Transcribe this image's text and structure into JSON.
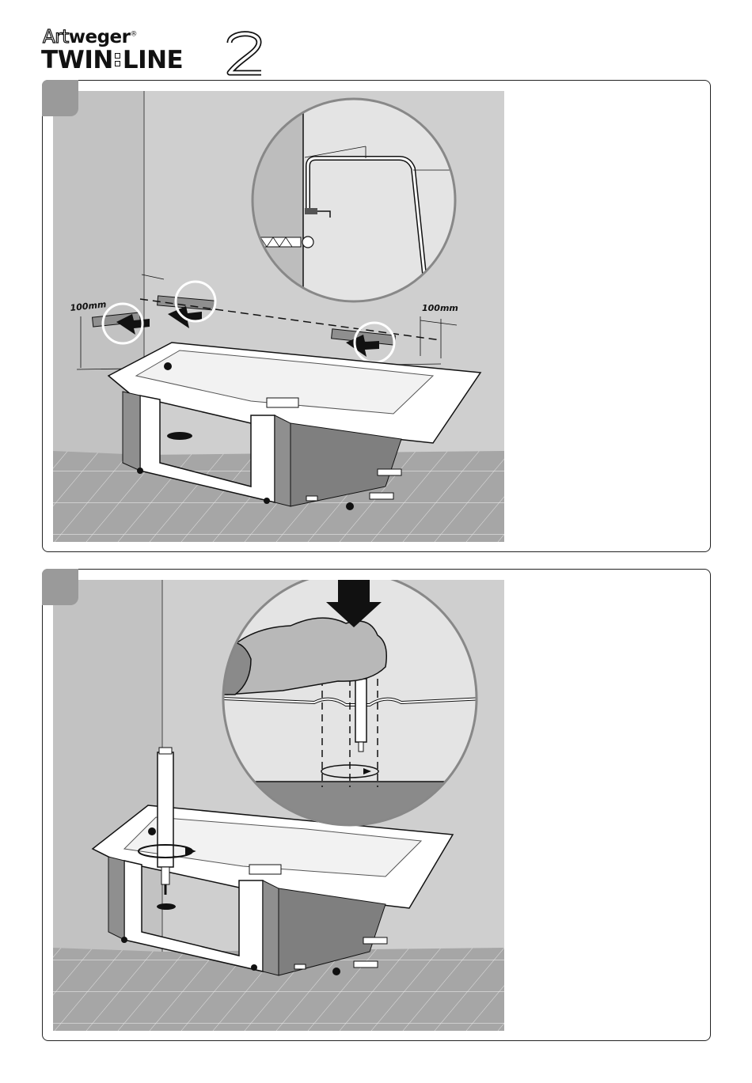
{
  "header": {
    "brand_prefix": "Art",
    "brand_suffix": "weger",
    "registered": "®",
    "product_left": "TWIN",
    "product_right": "LINE",
    "product_number": "2"
  },
  "panel1": {
    "dimension_left": "100mm",
    "dimension_right": "100mm"
  },
  "colors": {
    "wall": "#cfcfcf",
    "wall_dark": "#bdbdbd",
    "floor": "#a6a6a6",
    "tub": "#ffffff",
    "outline": "#1a1a1a",
    "panel_grey": "#8f8f8f",
    "step_tab": "#9a9a9a"
  }
}
